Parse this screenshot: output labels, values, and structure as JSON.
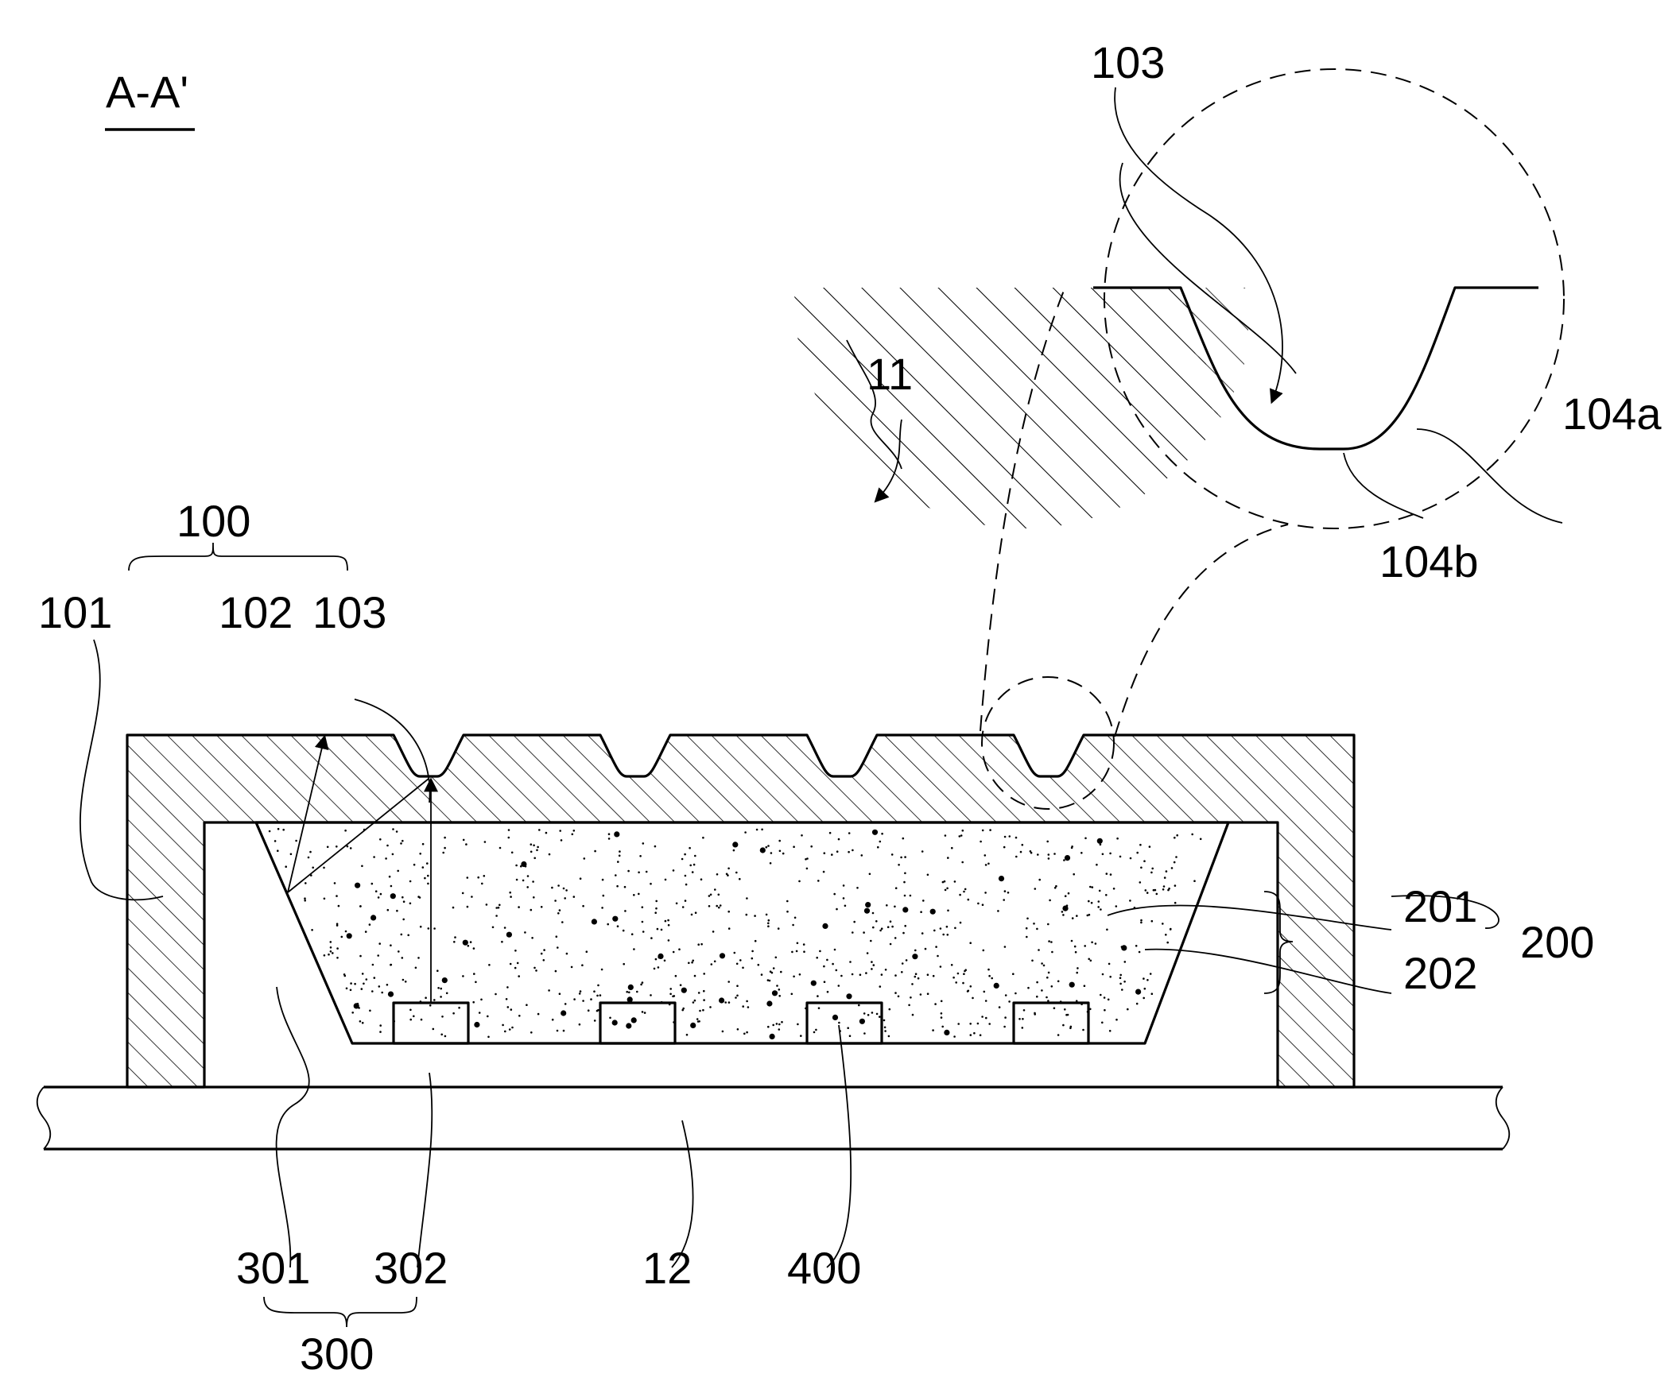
{
  "section_title": "A-A'",
  "labels": {
    "l11": "11",
    "l12": "12",
    "l100": "100",
    "l101": "101",
    "l102": "102",
    "l103": "103",
    "l103_zoom": "103",
    "l104a": "104a",
    "l104b": "104b",
    "l200": "200",
    "l201": "201",
    "l202": "202",
    "l300": "300",
    "l301": "301",
    "l302": "302",
    "l400": "400"
  },
  "grooves_count": 4,
  "chips_count": 4
}
